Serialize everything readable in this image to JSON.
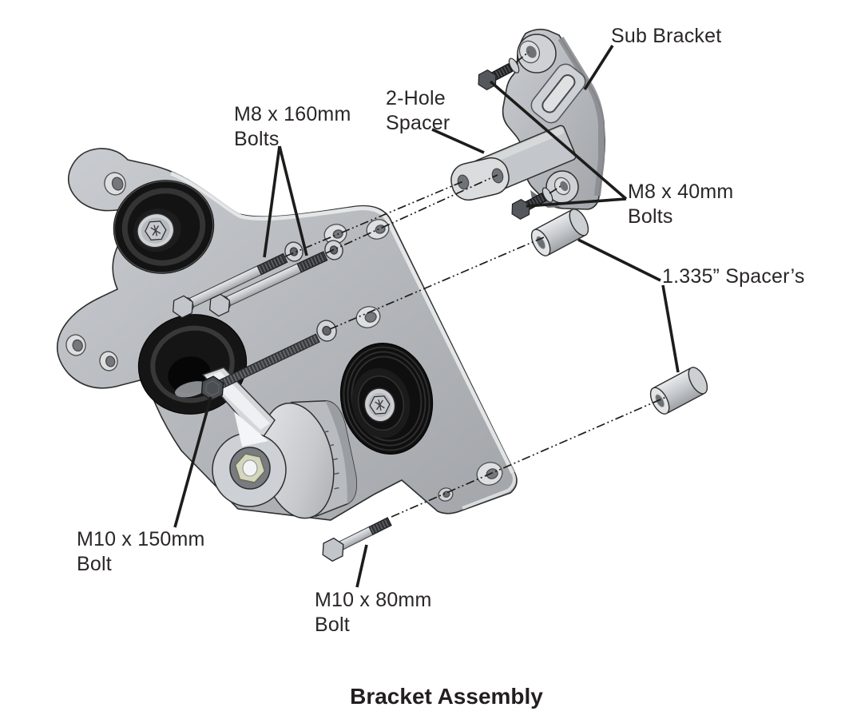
{
  "diagram": {
    "title": "Bracket Assembly",
    "callouts": {
      "sub_bracket": {
        "line1": "Sub Bracket"
      },
      "two_hole_spacer": {
        "line1": "2-Hole",
        "line2": "Spacer"
      },
      "m8_160_bolts": {
        "line1": "M8 x 160mm",
        "line2": "Bolts"
      },
      "m8_40_bolts": {
        "line1": "M8 x 40mm",
        "line2": "Bolts"
      },
      "spacers_1335": {
        "line1": "1.335” Spacer’s"
      },
      "m10_150_bolt": {
        "line1": "M10 x 150mm",
        "line2": "Bolt"
      },
      "m10_80_bolt": {
        "line1": "M10 x 80mm",
        "line2": "Bolt"
      }
    },
    "colors": {
      "background": "#ffffff",
      "line": "#231f20",
      "metal_light": "#dcdee0",
      "metal_mid": "#b7babe",
      "metal_dark": "#8e9195",
      "rubber_black": "#141414",
      "hole_blue": "#b3bdcb"
    }
  }
}
